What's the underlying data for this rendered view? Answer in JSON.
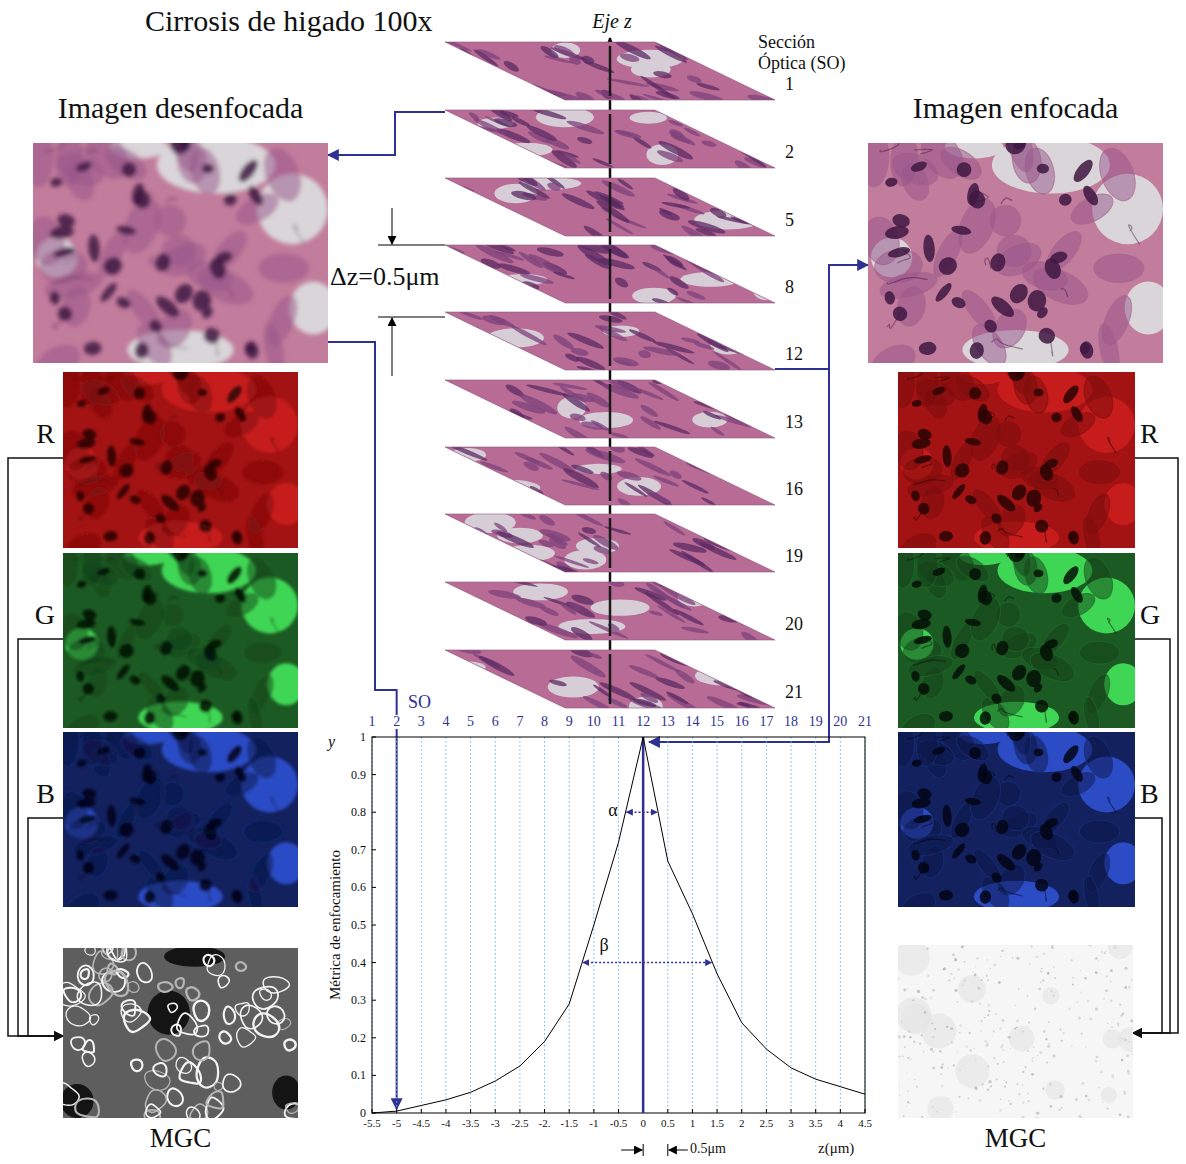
{
  "diagram": {
    "title": "Cirrosis de higado 100x",
    "nodes": [
      {
        "text": [
          "Imagen desenfocada"
        ]
      },
      {
        "text": [
          "R"
        ]
      },
      {
        "text": [
          "G"
        ]
      },
      {
        "text": [
          "B"
        ]
      },
      {
        "text": [
          "MGC"
        ]
      },
      {
        "text": [
          "1"
        ]
      },
      {
        "text": [
          "2"
        ]
      },
      {
        "text": [
          "5"
        ]
      },
      {
        "text": [
          "8"
        ]
      },
      {
        "text": [
          "12"
        ]
      },
      {
        "text": [
          "13"
        ]
      },
      {
        "text": [
          "16"
        ]
      },
      {
        "text": [
          "19"
        ]
      },
      {
        "text": [
          "20"
        ]
      },
      {
        "text": [
          "21"
        ]
      },
      {
        "text": [
          "Métrica de enfocamiento"
        ]
      },
      {
        "text": [
          "Imagen enfocada"
        ]
      },
      {
        "text": [
          "R"
        ]
      },
      {
        "text": [
          "G"
        ]
      },
      {
        "text": [
          "B"
        ]
      },
      {
        "text": [
          "MGC"
        ]
      }
    ],
    "edges": [
      {
        "from": 6,
        "to": 0,
        "arrow": "to"
      },
      {
        "from": 0,
        "to": 15,
        "arrow": "to"
      },
      {
        "from": 9,
        "to": 16,
        "arrow": "to"
      },
      {
        "from": 9,
        "to": 15,
        "arrow": "to"
      },
      {
        "from": 1,
        "to": 4,
        "arrow": "to"
      },
      {
        "from": 2,
        "to": 4,
        "arrow": "to"
      },
      {
        "from": 3,
        "to": 4,
        "arrow": "to"
      },
      {
        "from": 17,
        "to": 20,
        "arrow": "to"
      },
      {
        "from": 18,
        "to": 20,
        "arrow": "to"
      },
      {
        "from": 19,
        "to": 20,
        "arrow": "to"
      }
    ],
    "labels": [
      "Eje z",
      "Sección Óptica (SO)",
      "Δz=0.5μm",
      "SO",
      "1",
      "2",
      "3",
      "4",
      "5",
      "6",
      "7",
      "8",
      "9",
      "10",
      "11",
      "12",
      "13",
      "14",
      "15",
      "16",
      "17",
      "18",
      "19",
      "20",
      "21",
      "y",
      "1",
      "0.9",
      "0.8",
      "0.7",
      "0.6",
      "0.5",
      "0.4",
      "0.3",
      "0.2",
      "0.1",
      "0",
      "-5.5",
      "-5",
      "-4.5",
      "-4",
      "-3.5",
      "-3",
      "-2.5",
      "-2.",
      "-1.5",
      "-1",
      "-0.5",
      "0",
      "0.5",
      "1",
      "1.5",
      "2",
      "2.5",
      "3",
      "3.5",
      "4",
      "4.5",
      "α",
      "β",
      "z(μm)",
      "0.5μm"
    ]
  }
}
